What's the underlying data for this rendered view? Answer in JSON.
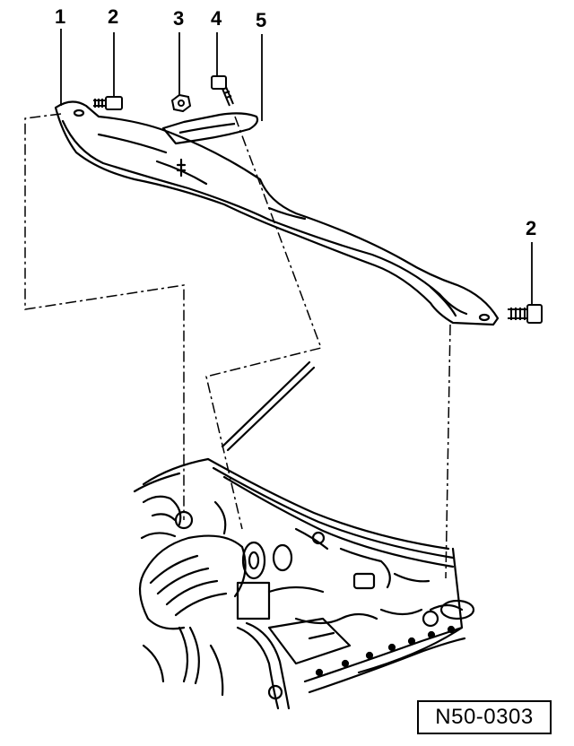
{
  "callouts": {
    "c1": "1",
    "c2a": "2",
    "c3": "3",
    "c4": "4",
    "c5": "5",
    "c2b": "2"
  },
  "reference_code": "N50-0303"
}
